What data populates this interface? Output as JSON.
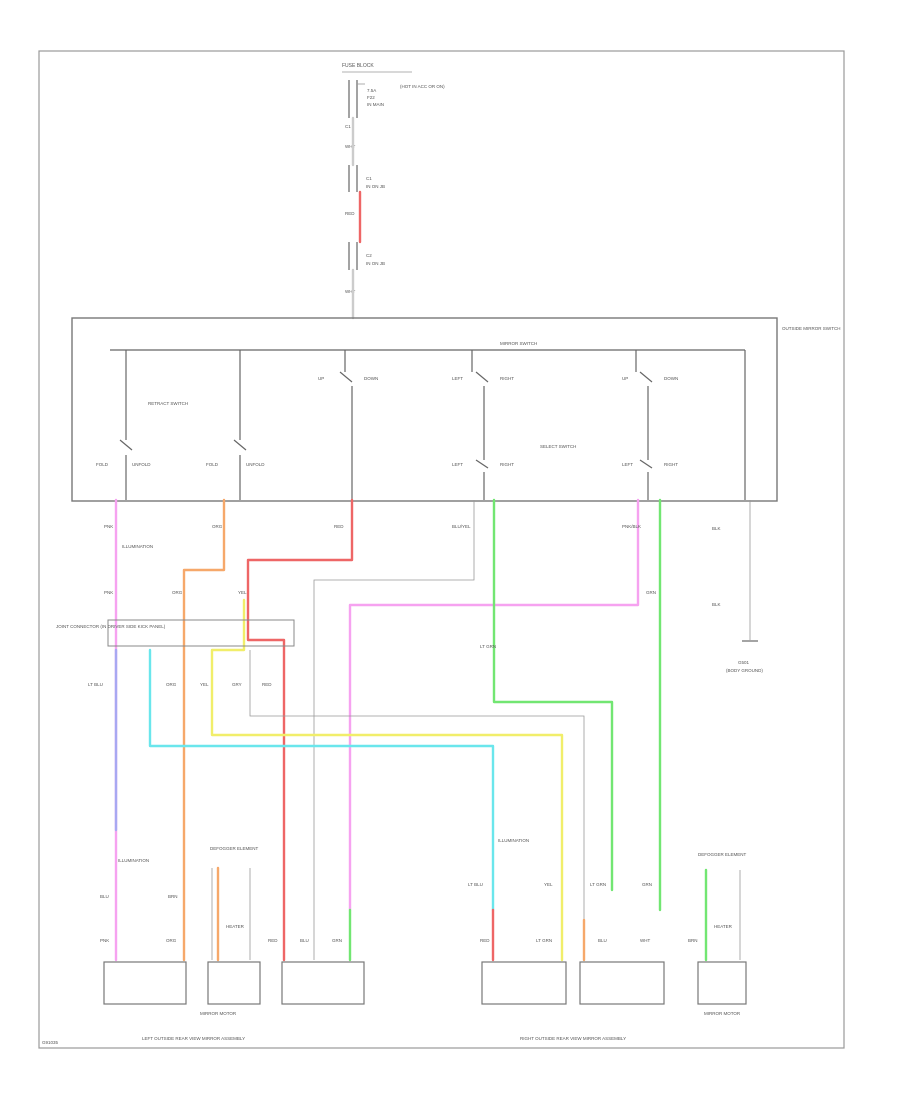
{
  "colors": {
    "pink": "#f6a2f0",
    "orange": "#f6a86a",
    "red": "#ee6666",
    "yellow": "#f1ee6a",
    "cyan": "#6ae6ec",
    "green": "#72e672",
    "violet": "#a8a8f2",
    "gray": "#bbbbbb",
    "dark": "#777777",
    "outline": "#666666"
  },
  "labels": {
    "fuse_block": "FUSE BLOCK",
    "fuse_note": "(HOT IN ACC OR ON)",
    "fuse_val": "7.5A",
    "fuse_no": "F22",
    "fuse_note2": "IN MAIN",
    "relay_c1": "C1",
    "relay_note": "IN ON JB",
    "c2": "C2",
    "mirror_box": "OUTSIDE MIRROR SWITCH",
    "mirror_sw": "MIRROR SWITCH",
    "retract_sw": "RETRACT SWITCH",
    "select_sw": "SELECT SWITCH",
    "fold": "FOLD",
    "unfold": "UNFOLD",
    "left": "LEFT",
    "right": "RIGHT",
    "up": "UP",
    "down": "DOWN",
    "illum": "ILLUMINATION",
    "ground_text": "G501",
    "ground_sub": "(BODY GROUND)",
    "junction": "JOINT CONNECTOR (IN DRIVER SIDE KICK PANEL)",
    "defogger": "DEFOGGER ELEMENT",
    "mirror_motor": "MIRROR MOTOR",
    "left_mirror": "LEFT OUTSIDE REAR VIEW MIRROR ASSEMBLY",
    "right_mirror": "RIGHT OUTSIDE REAR VIEW MIRROR ASSEMBLY",
    "heater": "HEATER",
    "wht": "WHT",
    "red": "RED",
    "blu": "BLU",
    "grn": "GRN",
    "yel": "YEL",
    "gry": "GRY",
    "brn": "BRN",
    "pnk": "PNK",
    "org": "ORG",
    "blk": "BLK",
    "ltgrn": "LT GRN",
    "pnkblk": "PNK/BLK",
    "bluyel": "BLU/YEL",
    "ltblu": "LT BLU",
    "code": "G91035"
  }
}
